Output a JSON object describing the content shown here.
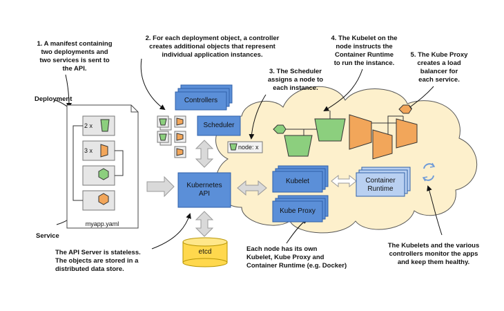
{
  "callouts": {
    "step1": "1. A manifest containing\ntwo deployments and\ntwo services is sent to\nthe API.",
    "step2": "2. For each deployment object, a controller\ncreates additional objects that represent\nindividual application instances.",
    "step3": "3. The Scheduler\nassigns a node to\neach instance.",
    "step4": "4. The Kubelet on the\nnode instructs the\nContainer Runtime\nto run the instance.",
    "step5": "5. The Kube Proxy\ncreates a load\nbalancer for\neach service.",
    "api_stateless": "The API Server is stateless.\nThe objects are stored in a\ndistributed data store.",
    "node_components": "Each node has its own\nKubelet, Kube Proxy and\nContainer Runtime (e.g. Docker)",
    "monitor": "The Kubelets and the various\ncontrollers monitor the apps\nand keep them healthy."
  },
  "labels": {
    "deployment": "Deployment",
    "service": "Service",
    "manifest_file": "myapp.yaml",
    "replicas_green": "2 x",
    "replicas_orange": "3 x",
    "controllers": "Controllers",
    "scheduler": "Scheduler",
    "node_tag": "node: x",
    "kubernetes_api": "Kubernetes\nAPI",
    "etcd": "etcd",
    "kubelet": "Kubelet",
    "kube_proxy": "Kube Proxy",
    "container_runtime": "Container\nRuntime"
  },
  "colors": {
    "blue_box": "#5b8fd8",
    "blue_border": "#2f5fa8",
    "light_blue": "#b9d0f1",
    "green": "#8ccf7e",
    "orange": "#f2a65a",
    "cloud": "#fdf0cc",
    "etcd": "#ffd84d",
    "arrow_gray": "#d9d9d9"
  },
  "icons": [
    "sync-icon"
  ]
}
